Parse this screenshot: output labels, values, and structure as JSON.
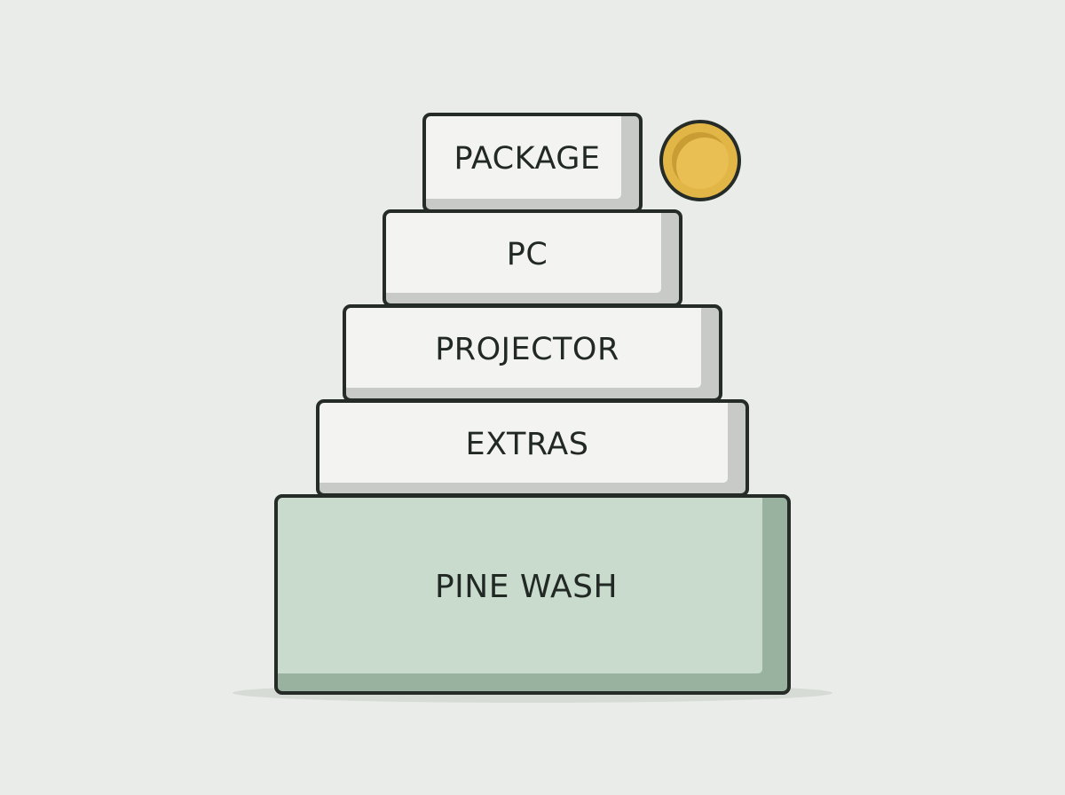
{
  "diagram": {
    "tiers": [
      {
        "label": "PACKAGE"
      },
      {
        "label": "PC"
      },
      {
        "label": "PROJECTOR"
      },
      {
        "label": "EXTRAS"
      },
      {
        "label": "PINE WASH"
      }
    ],
    "coin_icon": "coin-icon",
    "colors": {
      "background": "#e9ece8",
      "tier_fill": "#f3f4f2",
      "base_fill": "#c8dbcd",
      "outline": "#252b27",
      "coin": "#e2b646"
    }
  }
}
